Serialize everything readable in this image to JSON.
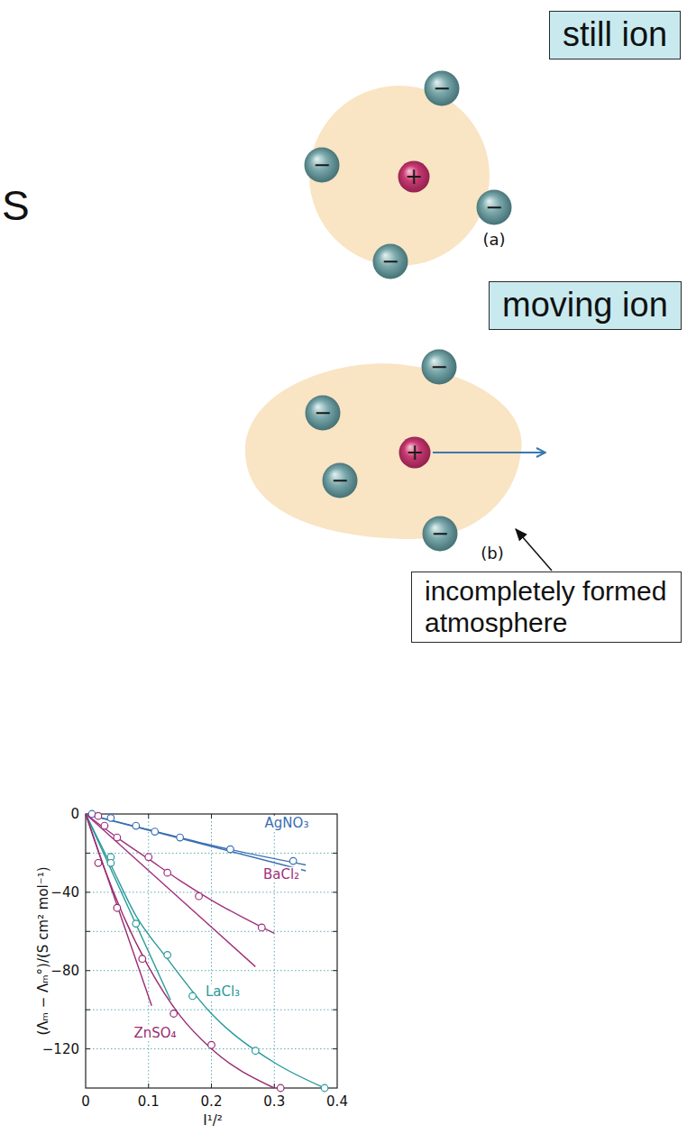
{
  "diagram": {
    "nodes": [
      {
        "text": [
          "still ion"
        ]
      },
      {
        "text": [
          "−"
        ]
      },
      {
        "text": [
          "−"
        ]
      },
      {
        "text": [
          "+"
        ]
      },
      {
        "text": [
          "−"
        ]
      },
      {
        "text": [
          "−"
        ]
      },
      {
        "text": [
          "moving ion"
        ]
      },
      {
        "text": [
          "−"
        ]
      },
      {
        "text": [
          "−"
        ]
      },
      {
        "text": [
          "+"
        ]
      },
      {
        "text": [
          "−"
        ]
      },
      {
        "text": [
          "−"
        ]
      },
      {
        "text": [
          "incompletely formed atmosphere"
        ]
      }
    ],
    "labels": [
      "S",
      "(a)",
      "(b)",
      "0",
      "−40",
      "−80",
      "−120",
      "0",
      "0.1",
      "0.2",
      "0.3",
      "0.4",
      "(Λₘ − Λₘ°)/(S cm² mol⁻¹)",
      "I¹/²",
      "AgNO₃",
      "BaCl₂",
      "LaCl₃",
      "ZnSO₄"
    ]
  }
}
